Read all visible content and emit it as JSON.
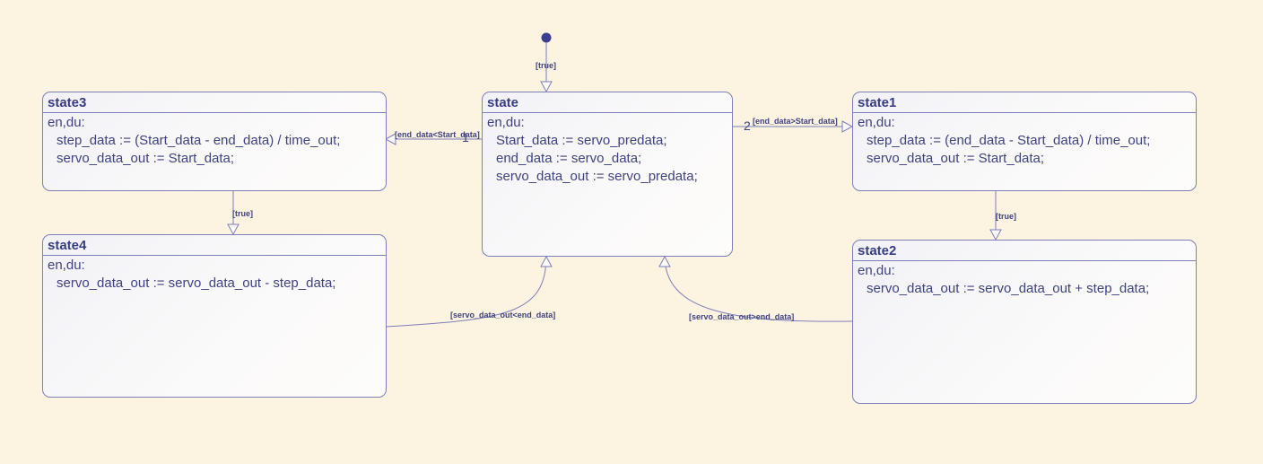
{
  "states": [
    {
      "id": "state",
      "title": "state",
      "label": "en,du:",
      "actions": [
        "Start_data := servo_predata;",
        "end_data := servo_data;",
        "servo_data_out := servo_predata;"
      ]
    },
    {
      "id": "state1",
      "title": "state1",
      "label": "en,du:",
      "actions": [
        "step_data := (end_data - Start_data) / time_out;",
        "servo_data_out := Start_data;"
      ]
    },
    {
      "id": "state2",
      "title": "state2",
      "label": "en,du:",
      "actions": [
        "servo_data_out := servo_data_out + step_data;"
      ]
    },
    {
      "id": "state3",
      "title": "state3",
      "label": "en,du:",
      "actions": [
        "step_data := (Start_data - end_data) / time_out;",
        "servo_data_out := Start_data;"
      ]
    },
    {
      "id": "state4",
      "title": "state4",
      "label": "en,du:",
      "actions": [
        "servo_data_out := servo_data_out - step_data;"
      ]
    }
  ],
  "transitions": {
    "default_label": "[true]",
    "to_state1_label": "[end_data>Start_data]",
    "to_state1_priority": "2",
    "to_state3_label": "[end_data<Start_data]",
    "to_state3_priority": "1",
    "state1_to_state2_label": "[true]",
    "state3_to_state4_label": "[true]",
    "state4_to_state_label": "[servo_data_out<end_data]",
    "state2_to_state_label": "[servo_data_out>end_data]"
  },
  "colors": {
    "background": "#fdf3e1",
    "stroke": "#7d7fb8",
    "text": "#3f4380",
    "junction": "#3b3f91"
  }
}
